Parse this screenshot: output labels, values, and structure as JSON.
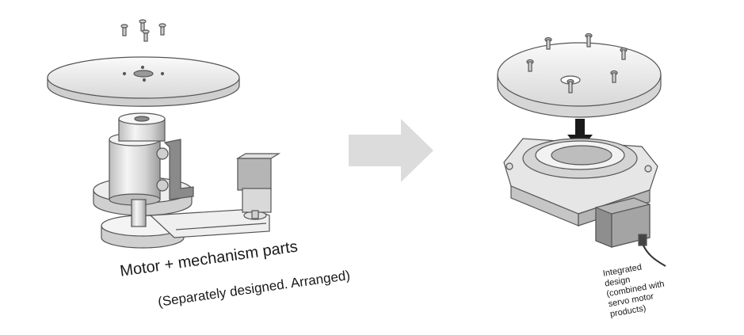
{
  "left_figure": {
    "caption_line1": "Motor + mechanism parts",
    "caption_line2": "(Separately designed. Arranged)"
  },
  "right_figure": {
    "caption_lines": [
      "Integrated",
      "design",
      "(combined with",
      "servo motor",
      "products)"
    ]
  },
  "colors": {
    "arrow": "#dcdcdc",
    "outline": "#555555",
    "metal_light": "#f2f2f2",
    "metal_mid": "#d9d9d9",
    "metal_dark": "#9a9a9a",
    "push_arrow": "#1a1a1a"
  }
}
